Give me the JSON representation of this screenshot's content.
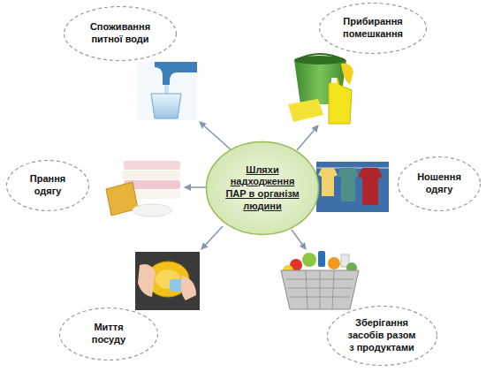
{
  "diagram": {
    "nodes": [
      {
        "text": [
          "Споживання питної води"
        ]
      },
      {
        "text": [
          "Прибирання помешкання"
        ]
      },
      {
        "text": [
          "Прання одягу"
        ]
      },
      {
        "text": [
          "Шляхи надходження ПАР в організм людини"
        ]
      },
      {
        "text": [
          "Ношення одягу"
        ]
      },
      {
        "text": [
          "Миття посуду"
        ]
      },
      {
        "text": [
          "Зберігання засобів разом з продуктами"
        ]
      }
    ]
  }
}
